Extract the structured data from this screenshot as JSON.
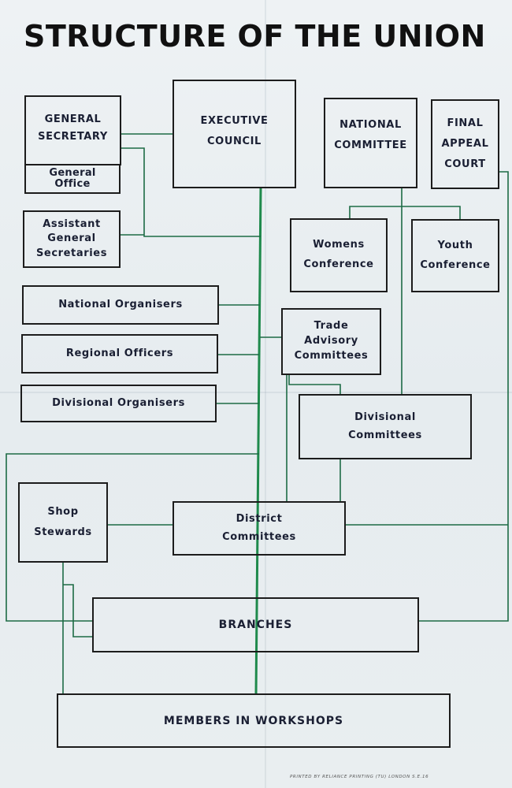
{
  "title": "STRUCTURE OF THE UNION",
  "boxes": {
    "general_secretary": "GENERAL\nSECRETARY",
    "general_office": "General\nOffice",
    "executive_council": "EXECUTIVE\nCOUNCIL",
    "national_committee": "NATIONAL\nCOMMITTEE",
    "final_appeal_court": "FINAL\nAPPEAL\nCOURT",
    "assistant_general_secretaries": "Assistant\nGeneral\nSecretaries",
    "womens_conference": "Womens\nConference",
    "youth_conference": "Youth\nConference",
    "national_organisers": "National Organisers",
    "regional_officers": "Regional Officers",
    "divisional_organisers": "Divisional Organisers",
    "trade_advisory_committees": "Trade\nAdvisory\nCommittees",
    "divisional_committees": "Divisional\nCommittees",
    "shop_stewards": "Shop\nStewards",
    "district_committees": "District\nCommittees",
    "branches": "BRANCHES",
    "members_in_workshops": "MEMBERS IN WORKSHOPS"
  },
  "printer_credit": "PRINTED BY RELIANCE PRINTING (TU) LONDON S.E.16",
  "colors": {
    "spine": "#1f8a4c",
    "connector": "#1d6b45",
    "box_border": "#1c1c1c",
    "text": "#1a1f33",
    "paper": "#e9eef1"
  }
}
